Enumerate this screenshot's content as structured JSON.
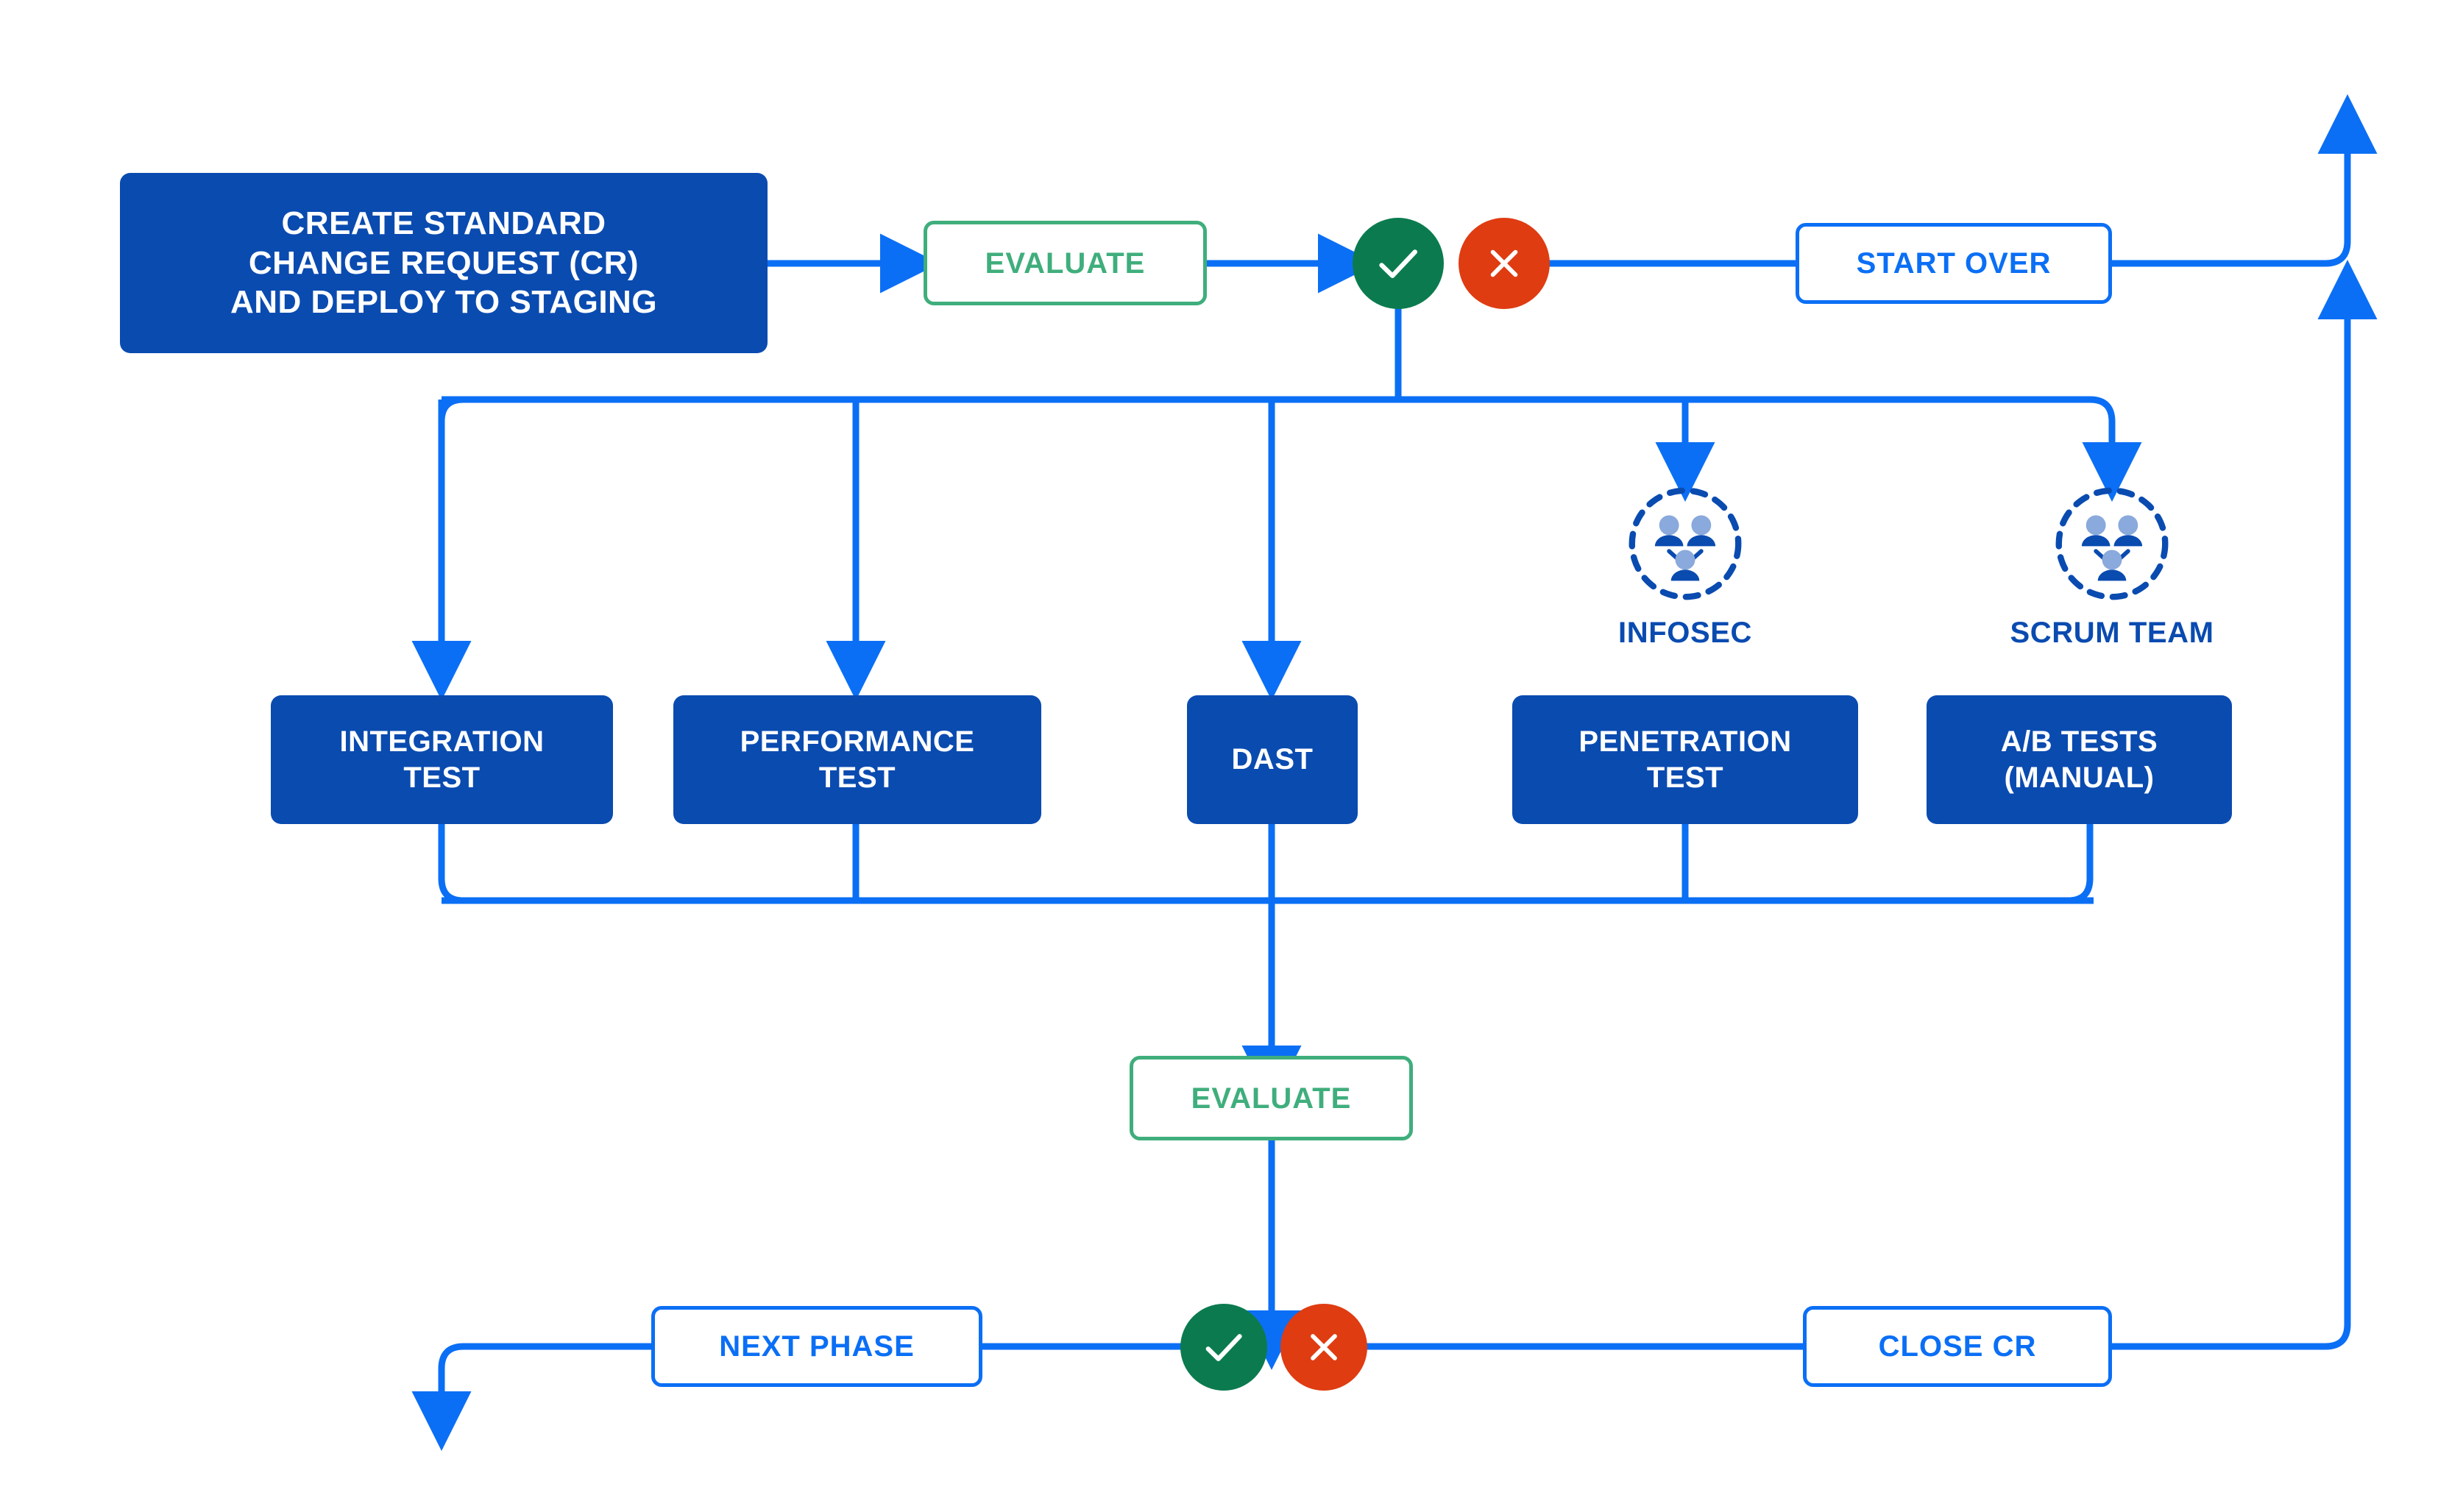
{
  "colors": {
    "wire": "#0B6FF5",
    "box_fill": "#0A4BB0",
    "eval_green": "#3FAE7C",
    "check_green": "#0B7B4F",
    "cross_red": "#DF3C12",
    "actor_blue": "#0A4BB0",
    "actor_figure": "#8AA9DC",
    "background": "#FFFFFF"
  },
  "diagram": {
    "type": "flowchart",
    "title": "Standard change request staging test and evaluation flow",
    "nodes": {
      "create_cr": {
        "label_lines": [
          "CREATE STANDARD",
          "CHANGE REQUEST (CR)",
          "AND DEPLOY TO STAGING"
        ],
        "shape": "solid-box"
      },
      "evaluate_top": {
        "label": "EVALUATE",
        "shape": "outline-box-green"
      },
      "start_over": {
        "label": "START OVER",
        "shape": "outline-box-blue"
      },
      "integration_test": {
        "label_lines": [
          "INTEGRATION",
          "TEST"
        ],
        "shape": "solid-box"
      },
      "performance_test": {
        "label_lines": [
          "PERFORMANCE",
          "TEST"
        ],
        "shape": "solid-box"
      },
      "dast": {
        "label_lines": [
          "DAST"
        ],
        "shape": "solid-box"
      },
      "penetration_test": {
        "label_lines": [
          "PENETRATION",
          "TEST"
        ],
        "shape": "solid-box"
      },
      "ab_tests": {
        "label_lines": [
          "A/B TESTS",
          "(MANUAL)"
        ],
        "shape": "solid-box"
      },
      "evaluate_bottom": {
        "label": "EVALUATE",
        "shape": "outline-box-green"
      },
      "next_phase": {
        "label": "NEXT PHASE",
        "shape": "outline-box-blue"
      },
      "close_cr": {
        "label": "CLOSE CR",
        "shape": "outline-box-blue"
      }
    },
    "actors": [
      {
        "id": "infosec",
        "label": "INFOSEC",
        "icon": "team-circle-icon"
      },
      {
        "id": "scrum_team",
        "label": "SCRUM TEAM",
        "icon": "team-circle-icon"
      }
    ],
    "decisions": [
      {
        "id": "evaluate_top_result",
        "pass_icon": "check-icon",
        "fail_icon": "cross-icon"
      },
      {
        "id": "evaluate_bottom_result",
        "pass_icon": "check-icon",
        "fail_icon": "cross-icon"
      }
    ],
    "edges": [
      {
        "from": "create_cr",
        "to": "evaluate_top"
      },
      {
        "from": "evaluate_top",
        "to": "evaluate_top_result"
      },
      {
        "from": "evaluate_top_result.fail",
        "to": "start_over"
      },
      {
        "from": "start_over",
        "to": "loop-up-right"
      },
      {
        "from": "evaluate_top_result.pass",
        "to": "test-fanout"
      },
      {
        "from": "test-fanout",
        "to": "integration_test"
      },
      {
        "from": "test-fanout",
        "to": "performance_test"
      },
      {
        "from": "test-fanout",
        "to": "dast"
      },
      {
        "from": "test-fanout",
        "to": "infosec"
      },
      {
        "from": "test-fanout",
        "to": "scrum_team"
      },
      {
        "from": "infosec",
        "to": "penetration_test"
      },
      {
        "from": "scrum_team",
        "to": "ab_tests"
      },
      {
        "from": "all-tests",
        "to": "evaluate_bottom"
      },
      {
        "from": "evaluate_bottom",
        "to": "evaluate_bottom_result"
      },
      {
        "from": "evaluate_bottom_result.pass",
        "to": "next_phase"
      },
      {
        "from": "next_phase",
        "to": "exit-down-left"
      },
      {
        "from": "evaluate_bottom_result.fail",
        "to": "close_cr"
      },
      {
        "from": "close_cr",
        "to": "loop-up-right-2"
      }
    ]
  }
}
